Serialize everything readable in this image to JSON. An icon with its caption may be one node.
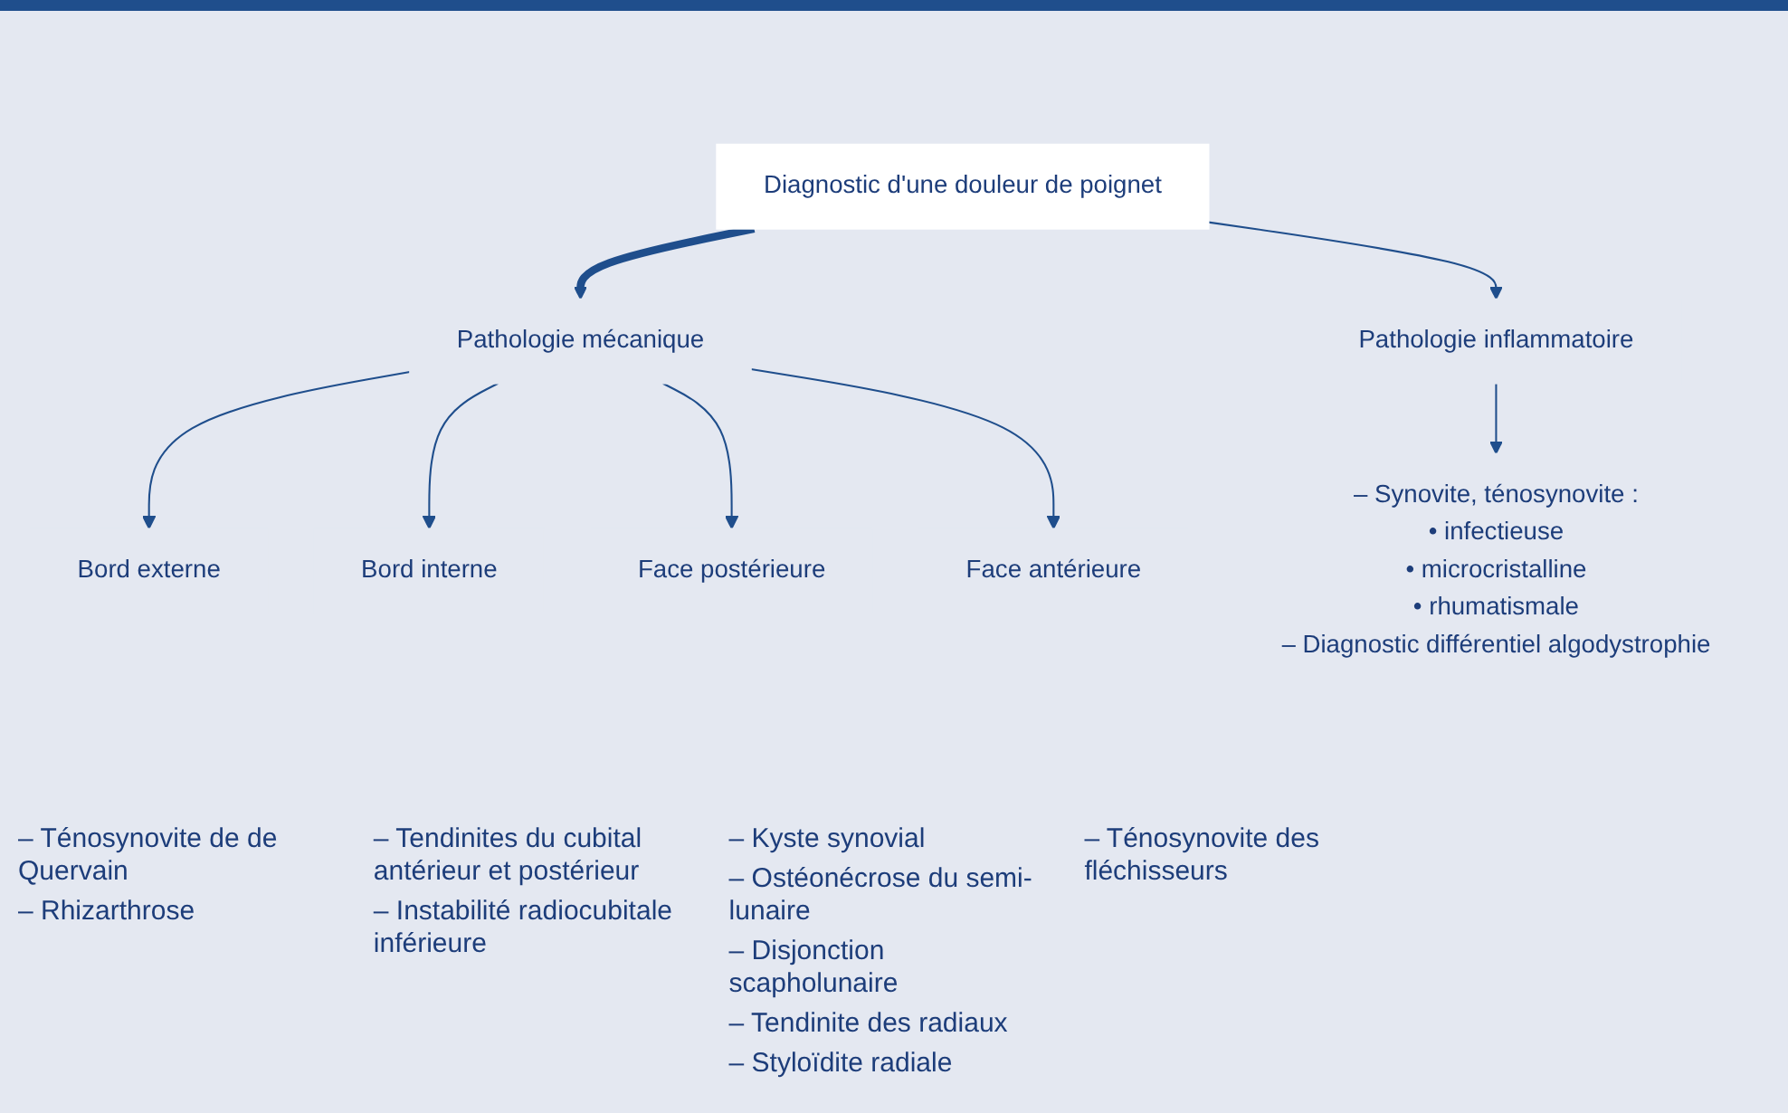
{
  "diagram": {
    "nodes": [
      {
        "text": [
          "Diagnostic d'une douleur de poignet"
        ]
      },
      {
        "text": [
          "Pathologie mécanique"
        ]
      },
      {
        "text": [
          "Pathologie inflammatoire"
        ]
      },
      {
        "text": [
          "Bord externe"
        ]
      },
      {
        "text": [
          "Bord interne"
        ]
      },
      {
        "text": [
          "Face postérieure"
        ]
      },
      {
        "text": [
          "Face antérieure"
        ]
      },
      {
        "text": [
          "– Synovite, ténosynovite :",
          "• infectieuse",
          "• microcristalline",
          "• rhumatismale",
          "– Diagnostic différentiel algodystrophie"
        ]
      }
    ],
    "edges": [
      {
        "from": 0,
        "to": 1,
        "arrow": "to",
        "style": "thick"
      },
      {
        "from": 0,
        "to": 2,
        "arrow": "to"
      },
      {
        "from": 1,
        "to": 3,
        "arrow": "to"
      },
      {
        "from": 1,
        "to": 4,
        "arrow": "to"
      },
      {
        "from": 1,
        "to": 5,
        "arrow": "to"
      },
      {
        "from": 1,
        "to": 6,
        "arrow": "to"
      },
      {
        "from": 2,
        "to": 7,
        "arrow": "to"
      }
    ],
    "labels": [
      "– Ténosynovite de de Quervain",
      "– Rhizarthrose",
      "– Tendinites du cubital antérieur et postérieur",
      "– Instabilité radiocubitale inférieure",
      "– Kyste synovial",
      "– Ostéonécrose du semi-lunaire",
      "– Disjonction scapholunaire",
      "– Tendinite des radiaux",
      "– Styloïdite radiale",
      "– Ténosynovite des fléchisseurs"
    ]
  }
}
